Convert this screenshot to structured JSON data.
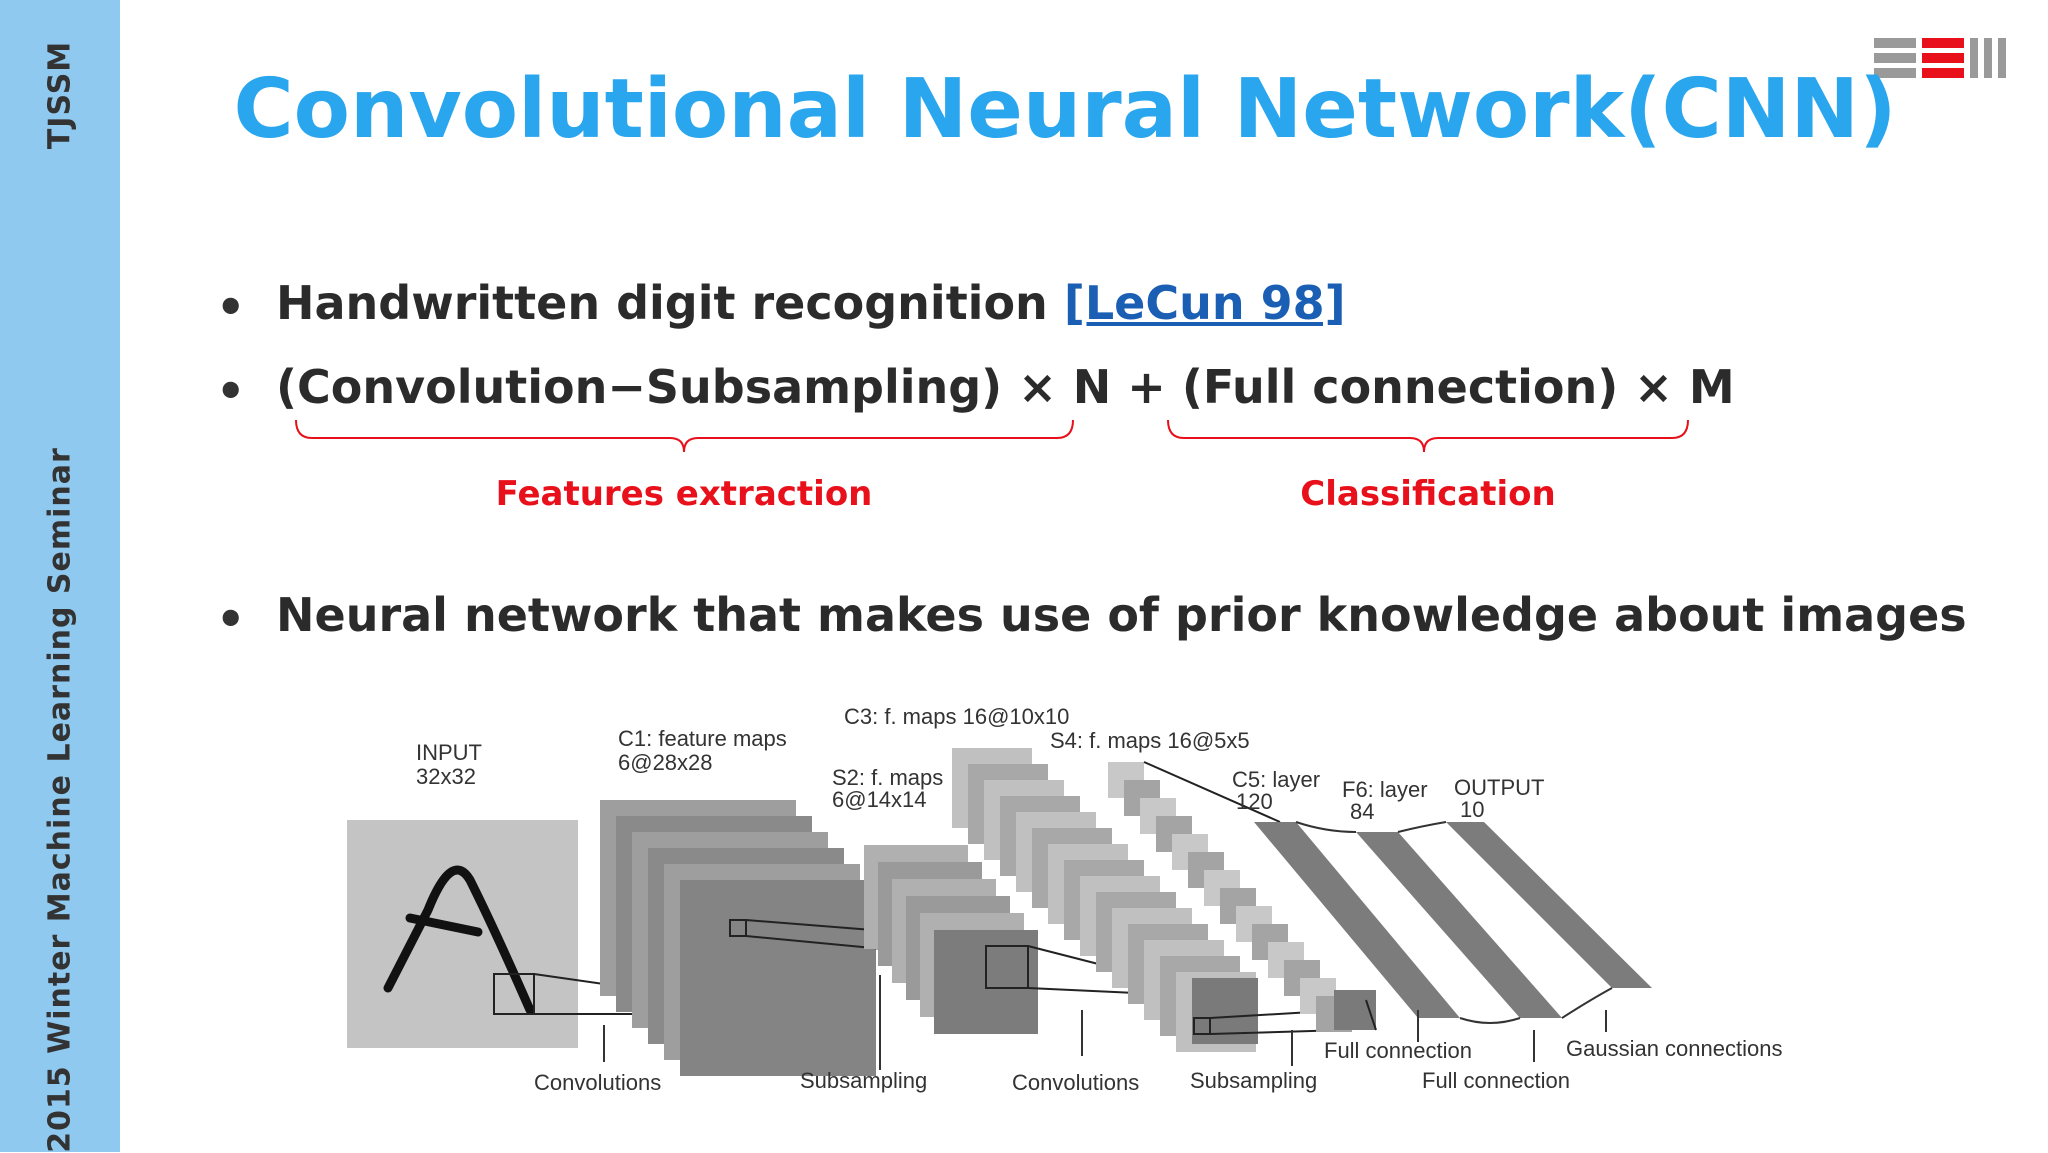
{
  "sidebar": {
    "org": "TJSSM",
    "seminar": "2015  Winter   Machine Learning Seminar"
  },
  "title": "Convolutional Neural Network(CNN)",
  "bullets": {
    "b1_text": "Handwritten digit recognition ",
    "b1_citation": "[LeCun 98]",
    "b2_text": "(Convolution−Subsampling) × N + (Full connection) × M",
    "b3_text": "Neural network that makes use of prior knowledge about images"
  },
  "braces": {
    "left_label": "Features extraction",
    "right_label": "Classification"
  },
  "lenet": {
    "input_label": [
      "INPUT",
      "32x32"
    ],
    "c1_label": [
      "C1: feature maps",
      "6@28x28"
    ],
    "s2_label": [
      "S2: f. maps",
      "6@14x14"
    ],
    "c3_label": [
      "C3: f. maps 16@10x10"
    ],
    "s4_label": [
      "S4: f. maps 16@5x5"
    ],
    "c5_label": [
      "C5: layer",
      "120"
    ],
    "f6_label": [
      "F6: layer",
      "84"
    ],
    "output_label": [
      "OUTPUT",
      "10"
    ],
    "bottom_labels": {
      "conv1": "Convolutions",
      "sub1": "Subsampling",
      "conv2": "Convolutions",
      "sub2": "Subsampling",
      "full1": "Full connection",
      "full2": "Full connection",
      "gauss": "Gaussian connections"
    }
  },
  "colors": {
    "sidebar": "#8fc9f0",
    "title": "#2aa6ee",
    "accent_red": "#e8101b",
    "link": "#1a5fb4"
  }
}
